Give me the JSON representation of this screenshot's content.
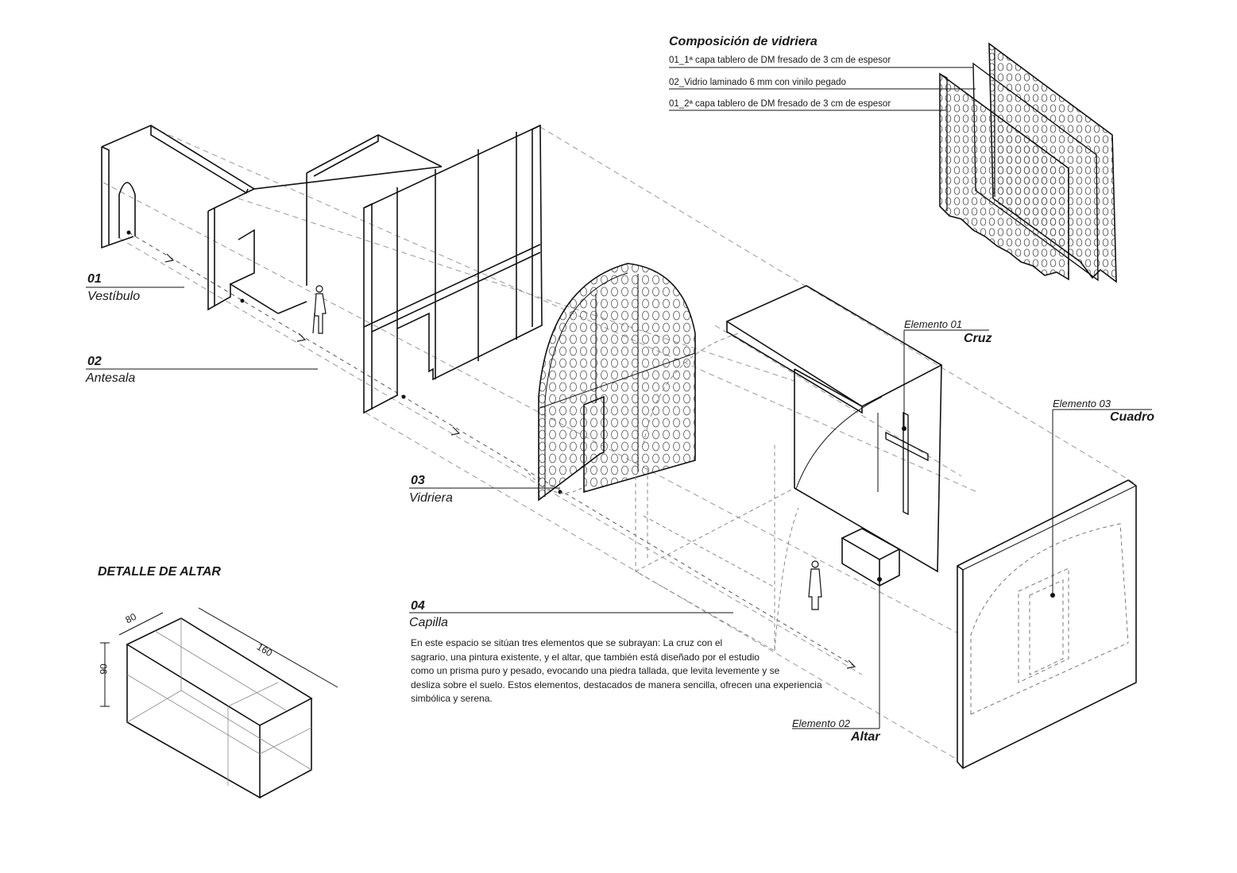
{
  "composition": {
    "title": "Composición de vidriera",
    "layers": [
      "01_1ª  capa tablero de DM fresado de 3 cm de espesor",
      "02_Vidrio laminado 6 mm con vinilo pegado",
      "01_2ª  capa tablero de DM fresado de 3 cm de espesor"
    ]
  },
  "spaces": [
    {
      "num": "01",
      "name": "Vestíbulo"
    },
    {
      "num": "02",
      "name": "Antesala"
    },
    {
      "num": "03",
      "name": "Vidriera"
    },
    {
      "num": "04",
      "name": "Capilla"
    }
  ],
  "elements": [
    {
      "caption": "Elemento 01",
      "name": "Cruz"
    },
    {
      "caption": "Elemento 02",
      "name": "Altar"
    },
    {
      "caption": "Elemento 03",
      "name": "Cuadro"
    }
  ],
  "altar_detail": {
    "title": "DETALLE DE ALTAR",
    "dims": {
      "depth": "80",
      "length": "160",
      "height": "90"
    }
  },
  "description": {
    "lines": [
      "En este espacio se sitúan tres elementos que se subrayan: La cruz con el",
      "sagrario, una pintura existente, y el altar, que también está diseñado por el estudio",
      "como un prisma puro y pesado, evocando una piedra tallada, que levita levemente y se",
      "desliza sobre el suelo. Estos elementos, destacados de manera sencilla, ofrecen una experiencia",
      "simbólica y serena."
    ]
  }
}
